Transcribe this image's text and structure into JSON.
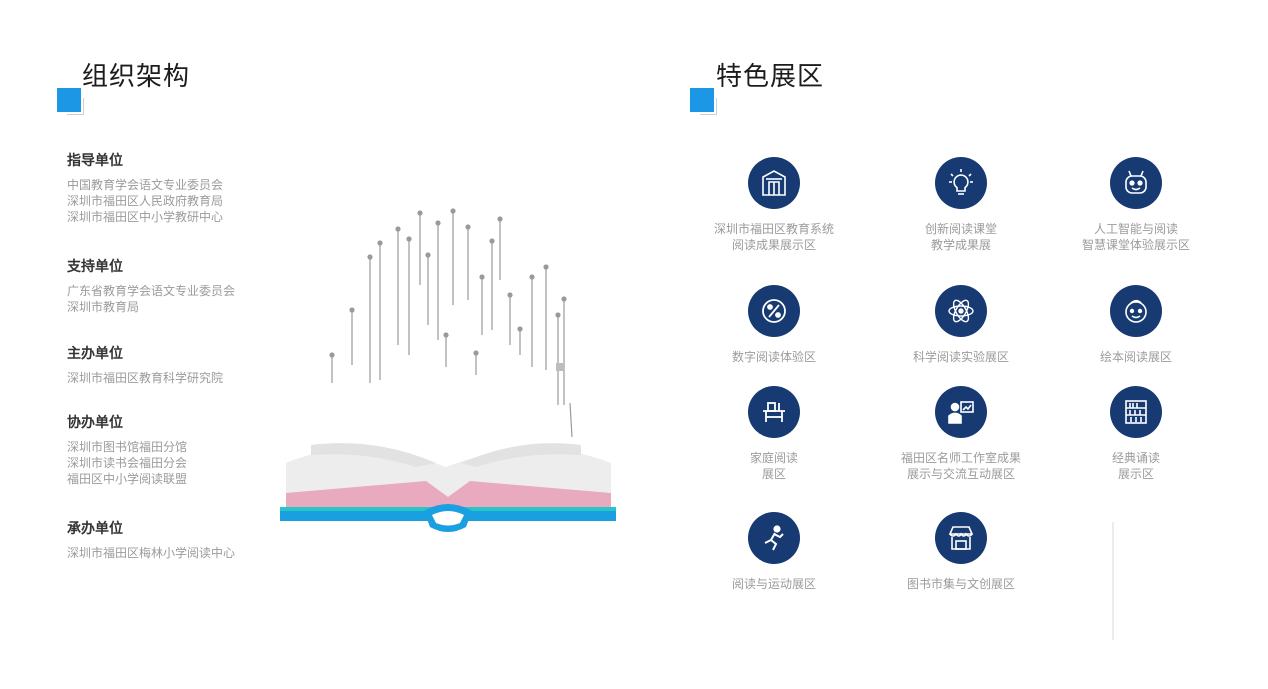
{
  "left": {
    "title": "组织架构",
    "groups": [
      {
        "title": "指导单位",
        "lines": [
          "中国教育学会语文专业委员会",
          "深圳市福田区人民政府教育局",
          "深圳市福田区中小学教研中心"
        ]
      },
      {
        "title": "支持单位",
        "lines": [
          "广东省教育学会语文专业委员会",
          "深圳市教育局"
        ]
      },
      {
        "title": "主办单位",
        "lines": [
          "深圳市福田区教育科学研究院"
        ]
      },
      {
        "title": "协办单位",
        "lines": [
          "深圳市图书馆福田分馆",
          "深圳市读书会福田分会",
          "福田区中小学阅读联盟"
        ]
      },
      {
        "title": "承办单位",
        "lines": [
          "深圳市福田区梅林小学阅读中心"
        ]
      }
    ]
  },
  "right": {
    "title": "特色展区",
    "features": [
      {
        "icon": "building-icon",
        "lines": [
          "深圳市福田区教育系统",
          "阅读成果展示区"
        ]
      },
      {
        "icon": "lightbulb-icon",
        "lines": [
          "创新阅读课堂",
          "教学成果展"
        ]
      },
      {
        "icon": "robot-icon",
        "lines": [
          "人工智能与阅读",
          "智慧课堂体验展示区"
        ]
      },
      {
        "icon": "percent-icon",
        "lines": [
          "数字阅读体验区"
        ]
      },
      {
        "icon": "atom-icon",
        "lines": [
          "科学阅读实验展区"
        ]
      },
      {
        "icon": "child-face-icon",
        "lines": [
          "绘本阅读展区"
        ]
      },
      {
        "icon": "desk-icon",
        "lines": [
          "家庭阅读",
          "展区"
        ]
      },
      {
        "icon": "teacher-board-icon",
        "lines": [
          "福田区名师工作室成果",
          "展示与交流互动展区"
        ]
      },
      {
        "icon": "bookshelf-icon",
        "lines": [
          "经典诵读",
          "展示区"
        ]
      },
      {
        "icon": "runner-icon",
        "lines": [
          "阅读与运动展区"
        ]
      },
      {
        "icon": "market-stall-icon",
        "lines": [
          "图书市集与文创展区"
        ]
      }
    ]
  },
  "colors": {
    "accent": "#1c97e6",
    "icon_bg": "#173a72",
    "book_blue": "#1a9fe0",
    "book_teal": "#27c4c8",
    "book_pink": "#e9a9be"
  }
}
